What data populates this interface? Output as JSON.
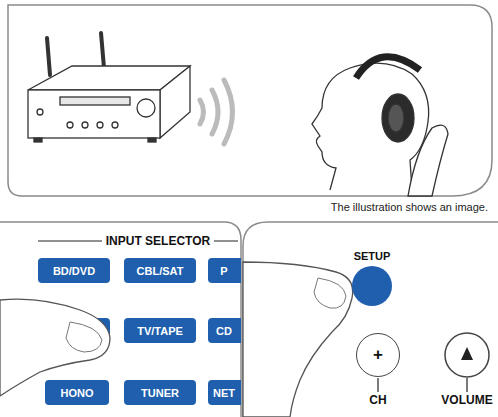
{
  "diagram": {
    "caption": "The illustration shows an image.",
    "nodes": [
      {
        "text": [
          "BD/DVD"
        ]
      },
      {
        "text": [
          "CBL/SAT"
        ]
      },
      {
        "text": [
          "P"
        ]
      },
      {
        "text": [
          "TV/TAPE"
        ]
      },
      {
        "text": [
          "CD"
        ]
      },
      {
        "text": [
          "HONO"
        ]
      },
      {
        "text": [
          "TUNER"
        ]
      },
      {
        "text": [
          "NET"
        ]
      },
      {
        "text": [
          "SETUP"
        ]
      },
      {
        "text": [
          "+"
        ]
      }
    ],
    "labels": [
      "INPUT SELECTOR",
      "CH",
      "VOLUME"
    ]
  }
}
